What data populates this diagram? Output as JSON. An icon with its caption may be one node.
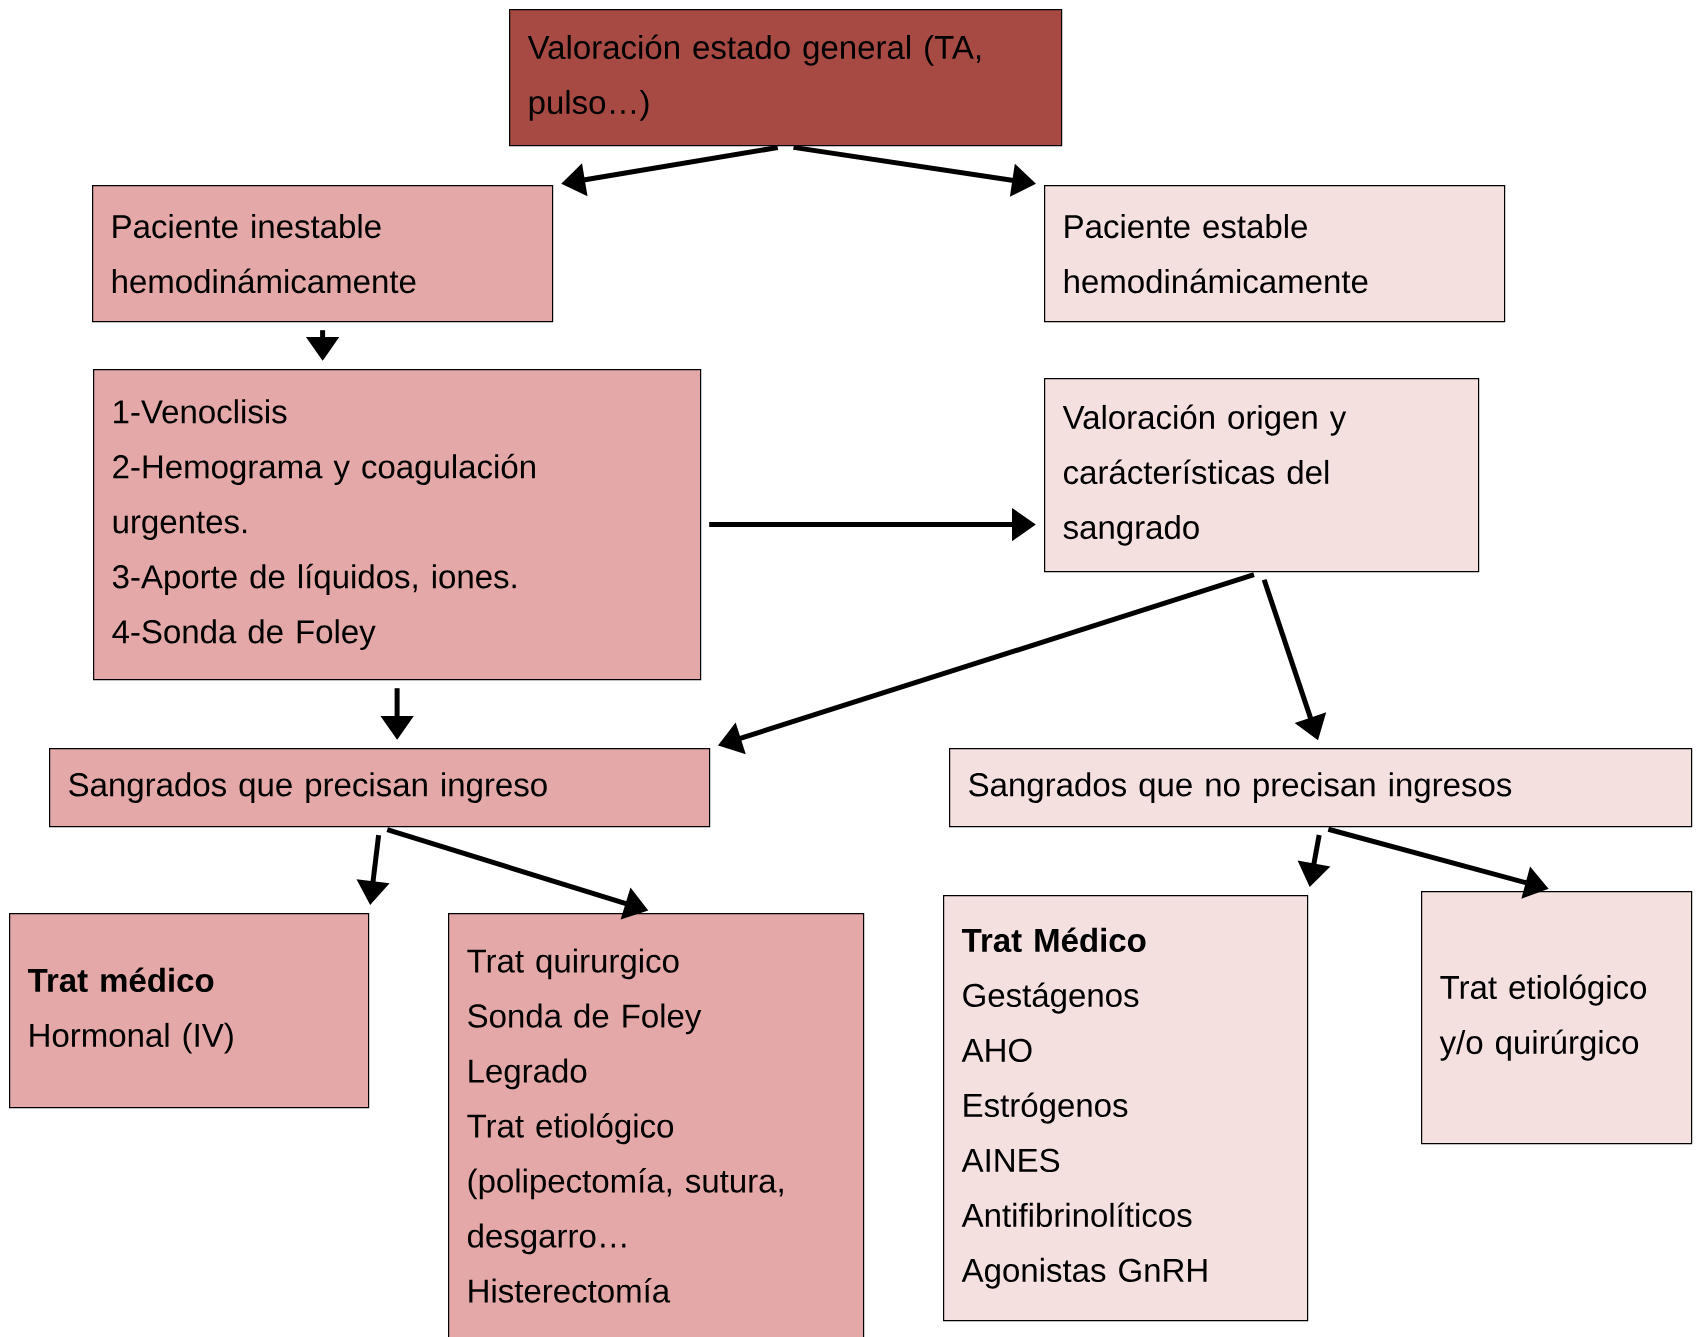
{
  "diagram": {
    "nodes": [
      {
        "text": [
          "Valoración estado general (TA, pulso…)"
        ]
      },
      {
        "text": [
          "Paciente inestable hemodinámicamente"
        ]
      },
      {
        "text": [
          "Paciente estable hemodinámicamente"
        ]
      },
      {
        "text": [
          "1-Venoclisis",
          "2-Hemograma y coagulación urgentes.",
          "3-Aporte de líquidos, iones.",
          "4-Sonda de Foley"
        ]
      },
      {
        "text": [
          "Valoración origen y carácterísticas del sangrado"
        ]
      },
      {
        "text": [
          "Sangrados que precisan ingreso"
        ]
      },
      {
        "text": [
          "Sangrados que no precisan ingresos"
        ]
      },
      {
        "text": [
          "**Trat médico**",
          "Hormonal (IV)"
        ]
      },
      {
        "text": [
          "Trat quirurgico",
          "Sonda de Foley",
          "Legrado",
          "Trat etiológico (polipectomía, sutura, desgarro…",
          "Histerectomía"
        ]
      },
      {
        "text": [
          "**Trat Médico**",
          "Gestágenos",
          "AHO",
          "Estrógenos",
          "AINES",
          "Antifibrinolíticos",
          "Agonistas GnRH"
        ]
      },
      {
        "text": [
          "Trat etiológico y/o quirúrgico"
        ]
      }
    ],
    "edges": [
      {
        "from": 0,
        "to": 1,
        "arrow": "to"
      },
      {
        "from": 0,
        "to": 2,
        "arrow": "to"
      },
      {
        "from": 1,
        "to": 3,
        "arrow": "to"
      },
      {
        "from": 3,
        "to": 4,
        "arrow": "to"
      },
      {
        "from": 4,
        "to": 5,
        "arrow": "to"
      },
      {
        "from": 3,
        "to": 5,
        "arrow": "to"
      },
      {
        "from": 4,
        "to": 6,
        "arrow": "to"
      },
      {
        "from": 5,
        "to": 7,
        "arrow": "to"
      },
      {
        "from": 5,
        "to": 8,
        "arrow": "to"
      },
      {
        "from": 6,
        "to": 9,
        "arrow": "to"
      },
      {
        "from": 6,
        "to": 10,
        "arrow": "to"
      }
    ]
  }
}
